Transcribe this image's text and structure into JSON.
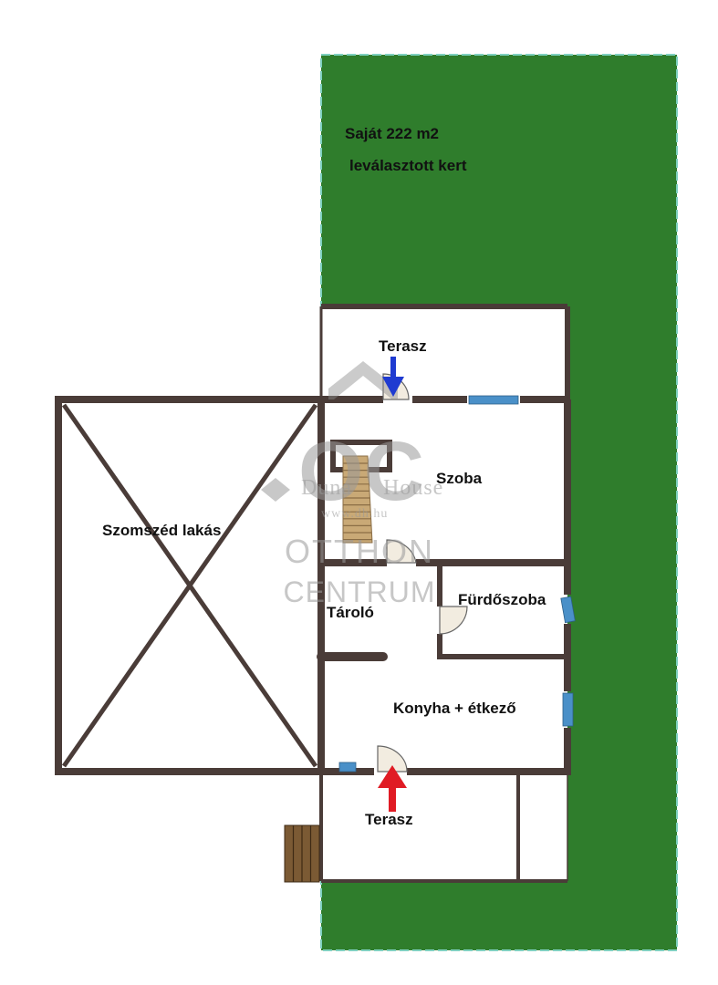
{
  "colors": {
    "garden": "#2f7d2c",
    "garden_border": "#7fd0c0",
    "wall": "#4a3c38",
    "window": "#4a90c8",
    "door_fill": "#f2ece0",
    "stair": "#c9a976",
    "deck": "#7b5a34",
    "arrow_blue": "#1f3bd1",
    "arrow_red": "#e01b24",
    "watermark": "#9a9a9a"
  },
  "garden": {
    "line1": "Saját 222 m2",
    "line2": "leválasztott kert"
  },
  "rooms": {
    "neighbor": "Szomszéd lakás",
    "terrace_top": "Terasz",
    "room": "Szoba",
    "storage": "Tároló",
    "bathroom": "Fürdőszoba",
    "kitchen": "Konyha + étkező",
    "terrace_bottom": "Terasz"
  },
  "watermark": {
    "logo_initials": "OC",
    "brand_left": "Duna",
    "brand_right": "House",
    "url": "www.dh.hu",
    "line1": "OTTHON",
    "line2": "CENTRUM"
  },
  "icons": {
    "entrance_top": "down-arrow-icon",
    "entrance_bottom": "up-arrow-icon",
    "logo": "house-logo-icon"
  }
}
